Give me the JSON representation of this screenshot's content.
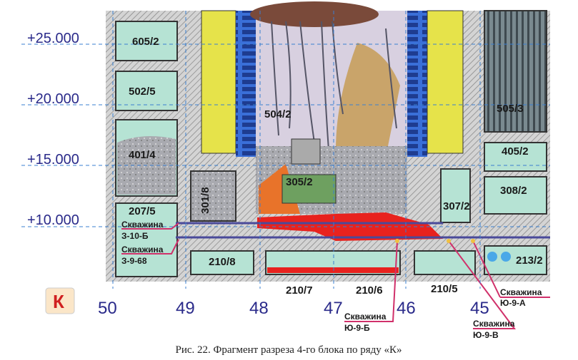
{
  "elevations": [
    "+25.000",
    "+20.000",
    "+15.000",
    "+10.000"
  ],
  "axes": [
    "50",
    "49",
    "48",
    "47",
    "46",
    "45"
  ],
  "row_badge": "К",
  "rooms": {
    "r605_2": "605/2",
    "r502_5": "502/5",
    "r401_4": "401/4",
    "r207_5": "207/5",
    "r301_8": "301/8",
    "r305_2": "305/2",
    "r504_2": "504/2",
    "r505_3": "505/3",
    "r405_2": "405/2",
    "r308_2": "308/2",
    "r307_2": "307/2",
    "r210_8": "210/8",
    "r210_7": "210/7",
    "r210_6": "210/6",
    "r210_5": "210/5",
    "r213_2": "213/2"
  },
  "boreholes": [
    {
      "label": "Скважина",
      "id": "З-10-Б"
    },
    {
      "label": "Скважина",
      "id": "З-9-68"
    },
    {
      "label": "Скважина",
      "id": "Ю-9-Б"
    },
    {
      "label": "Скважина",
      "id": "Ю-9-В"
    },
    {
      "label": "Скважина",
      "id": "Ю-9-А"
    }
  ],
  "caption": "Рис. 22. Фрагмент разреза 4-го блока по ряду «К»",
  "colors": {
    "room": "#b6e3d4",
    "wall": "#c8c8c8",
    "corium": "#e8221e",
    "brick": "#3a6fd8",
    "fill": "#e6e34a",
    "callout": "#d0306a",
    "grid": "#3a7fd0"
  }
}
